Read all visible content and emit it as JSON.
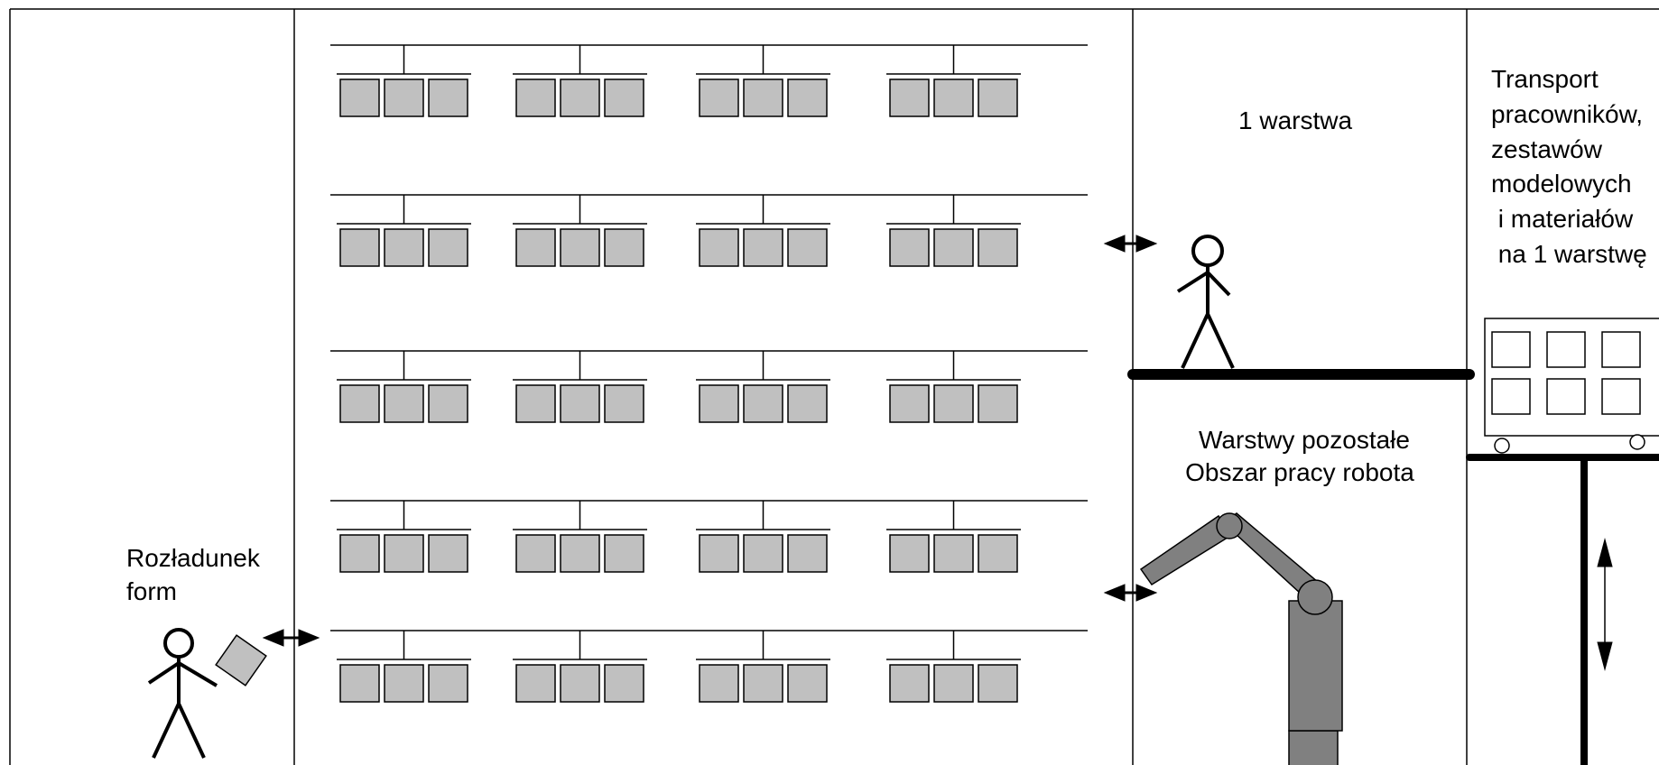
{
  "labels": {
    "unloading": [
      "Rozładunek",
      "form"
    ],
    "layer1": "1 warstwa",
    "robot_area": [
      "Warstwy pozostałe",
      "Obszar pracy robota"
    ],
    "transport": [
      "Transport",
      "pracowników,",
      "zestawów",
      "modelowych",
      " i materiałów",
      " na 1 warstwę"
    ]
  },
  "racks": {
    "rows": 5,
    "groups_per_row": 4,
    "boxes_per_group": 3
  },
  "colors": {
    "box_fill": "#c0c0c0",
    "robot_fill": "#808080",
    "line": "#000000",
    "background": "#ffffff"
  },
  "icons": [
    "stick-figure-icon",
    "double-arrow-icon",
    "robot-arm-icon",
    "transport-cart-icon",
    "form-box-icon"
  ]
}
